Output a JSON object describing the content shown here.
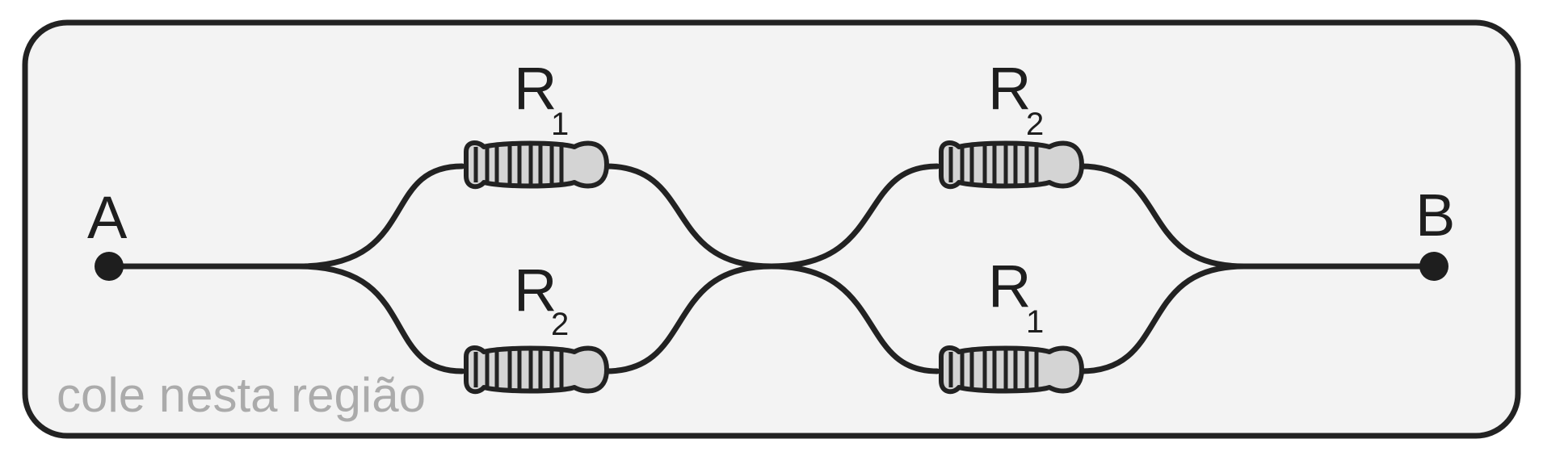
{
  "colors": {
    "wire": "#222222",
    "panel_fill": "#f3f3f3",
    "resistor_fill": "#d4d4d4",
    "hint_text": "#ababab"
  },
  "terminals": {
    "a": "A",
    "b": "B"
  },
  "resistors": {
    "top_left": {
      "letter": "R",
      "index": "1"
    },
    "bottom_left": {
      "letter": "R",
      "index": "2"
    },
    "top_right": {
      "letter": "R",
      "index": "2"
    },
    "bottom_right": {
      "letter": "R",
      "index": "1"
    }
  },
  "hint": "cole nesta região"
}
